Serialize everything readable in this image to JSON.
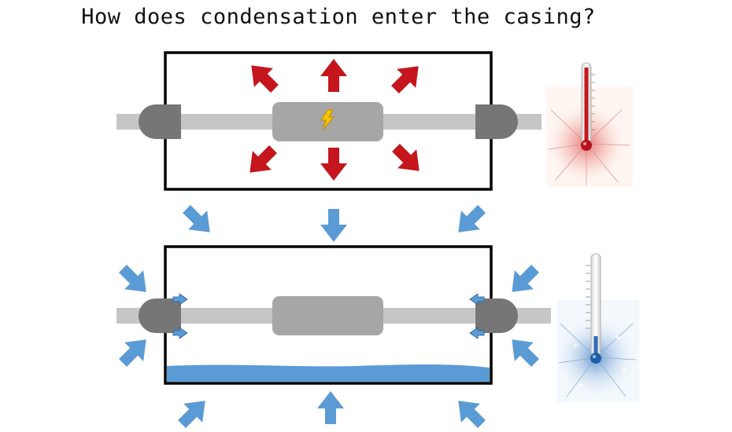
{
  "title": "How does condensation enter the casing?",
  "colors": {
    "heat_arrow": "#c4161c",
    "cold_arrow": "#5b9bd5",
    "water": "#5b9bd5",
    "shaft": "#c6c6c6",
    "component": "#a6a6a6",
    "gland": "#767676",
    "spark": "#f2c300"
  },
  "panels": [
    {
      "id": "warm",
      "label": "",
      "icon": "hot-thermometer-icon",
      "component_icon": "lightning-icon"
    },
    {
      "id": "cold",
      "label": "",
      "icon": "cold-thermometer-icon",
      "water_level": 0.08
    }
  ]
}
